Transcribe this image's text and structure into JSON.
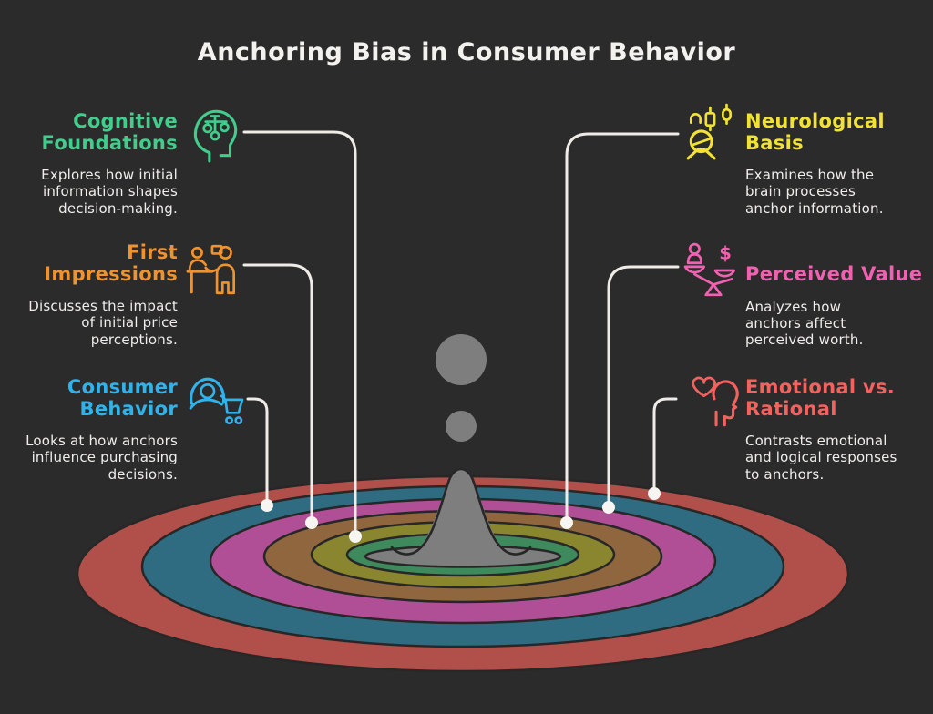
{
  "title": "Anchoring Bias in Consumer Behavior",
  "sections": [
    {
      "heading": "Cognitive\nFoundations",
      "body": "Explores how initial\ninformation shapes\ndecision-making.",
      "color": "#41cd8c",
      "icon": "head-with-balance-icon"
    },
    {
      "heading": "First\nImpressions",
      "body": "Discusses the impact\nof initial price\nperceptions.",
      "color": "#f0932d",
      "icon": "meeting-people-icon"
    },
    {
      "heading": "Consumer\nBehavior",
      "body": "Looks at how anchors\ninfluence purchasing\ndecisions.",
      "color": "#2fb3ea",
      "icon": "shopper-with-cart-icon"
    },
    {
      "heading": "Neurological\nBasis",
      "body": "Examines how the\nbrain processes\nanchor information.",
      "color": "#f2e233",
      "icon": "person-with-charts-icon"
    },
    {
      "heading": "Perceived Value",
      "body": "Analyzes how\nanchors affect\nperceived worth.",
      "color": "#f062b1",
      "icon": "value-balance-icon"
    },
    {
      "heading": "Emotional vs.\nRational",
      "body": "Contrasts emotional\nand logical responses\nto anchors.",
      "color": "#f2635f",
      "icon": "heart-head-icon"
    }
  ],
  "symbols": {
    "dollar": "$"
  },
  "ripple": {
    "rings": [
      {
        "name": "ring-outer-red",
        "color": "#b1504a"
      },
      {
        "name": "ring-teal",
        "color": "#2f6c81"
      },
      {
        "name": "ring-magenta",
        "color": "#b04f96"
      },
      {
        "name": "ring-brown",
        "color": "#8f663e"
      },
      {
        "name": "ring-olive",
        "color": "#8a852f"
      },
      {
        "name": "ring-green",
        "color": "#3e8a5d"
      },
      {
        "name": "center-pool",
        "color": "#7e7e7e"
      }
    ],
    "splash_color": "#7e7e7e",
    "outline_color": "#272727"
  },
  "canvas": {
    "background": "#2b2b2b",
    "text_color": "#efeeea",
    "connector_color": "#efece8",
    "dot_color": "#f7f5f1"
  }
}
